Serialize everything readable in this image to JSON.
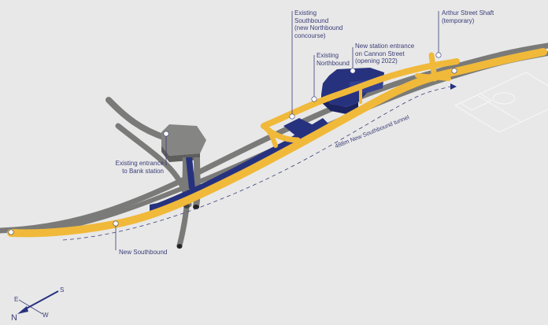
{
  "colors": {
    "background": "#e8e8e8",
    "existing_tunnel": "#7a7a78",
    "new_tunnel": "#f0b93a",
    "new_station_structures": "#27327f",
    "label_text": "#3a3d78",
    "marker_fill": "#ffffff"
  },
  "labels": {
    "existing_southbound": "Existing\nSouthbound\n(new Northbound\nconcourse)",
    "existing_northbound": "Existing\nNorthbound",
    "new_entrance": "New station entrance\non Cannon Street\n(opening 2022)",
    "arthur_street": "Arthur Street Shaft\n(temporary)",
    "existing_entrance": "Existing entrance\nto Bank station",
    "new_southbound": "New Southbound",
    "tunnel_length": "488m  New Southbound tunnel"
  },
  "compass": {
    "north": "N",
    "south": "S",
    "east": "E",
    "west": "W"
  }
}
